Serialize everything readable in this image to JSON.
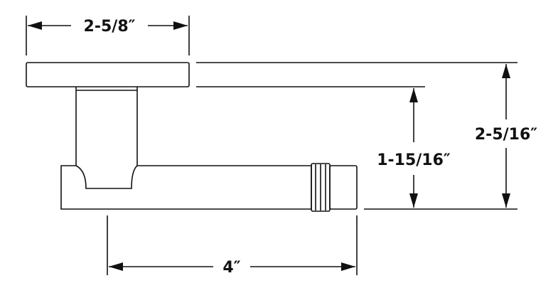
{
  "dimensions": {
    "rose_width": "2-5/8″",
    "lever_height": "1-15/16″",
    "overall_height": "2-5/16″",
    "lever_length": "4″"
  },
  "colors": {
    "line": "#111111",
    "background": "#ffffff"
  }
}
